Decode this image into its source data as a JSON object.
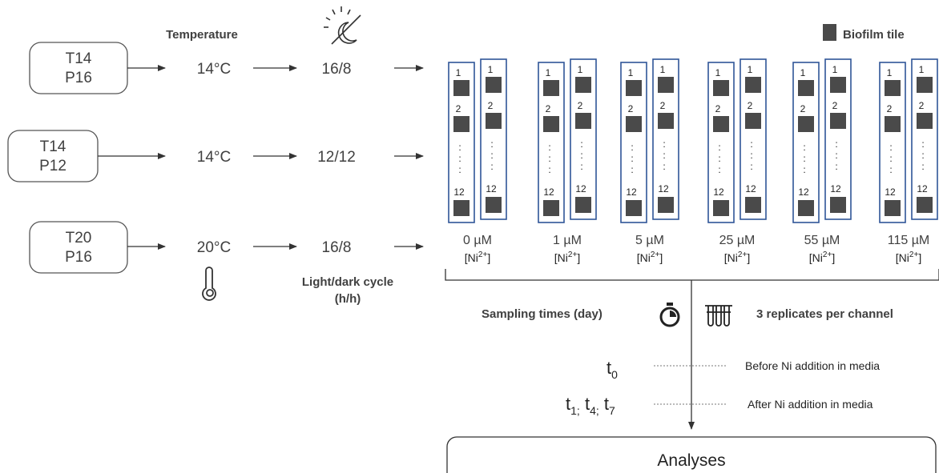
{
  "conditions": [
    {
      "line1": "T14",
      "line2": "P16",
      "temperature": "14°C",
      "cycle": "16/8"
    },
    {
      "line1": "T14",
      "line2": "P12",
      "temperature": "14°C",
      "cycle": "12/12"
    },
    {
      "line1": "T20",
      "line2": "P16",
      "temperature": "20°C",
      "cycle": "16/8"
    }
  ],
  "labels": {
    "temperature": "Temperature",
    "cycle_line1": "Light/dark cycle",
    "cycle_line2": "(h/h)",
    "legend": "Biofilm tile",
    "sampling": "Sampling times (day)",
    "replicates": "3 replicates per channel",
    "ni_label": "[Ni",
    "ni_sup": "2+",
    "ni_close": "]",
    "analyses": "Analyses",
    "t0_base": "t",
    "t0_sub": "0",
    "t1_base": "t",
    "t1_sub": "1;",
    "t4_base": "t",
    "t4_sub": "4;",
    "t7_base": "t",
    "t7_sub": "7",
    "before": "Before Ni addition in media",
    "after": "After Ni addition in media"
  },
  "concentrations": [
    "0 µM",
    "1 µM",
    "5 µM",
    "25 µM",
    "55 µM",
    "115 µM"
  ],
  "tile_labels": [
    "1",
    "2",
    ":",
    "12"
  ],
  "icons": [
    "sun-moon-icon",
    "thermometer-icon",
    "stopwatch-icon",
    "test-tubes-icon"
  ],
  "colors": {
    "channel_border": "#2f5597",
    "tile": "#4a4a4a",
    "text": "#404040"
  }
}
